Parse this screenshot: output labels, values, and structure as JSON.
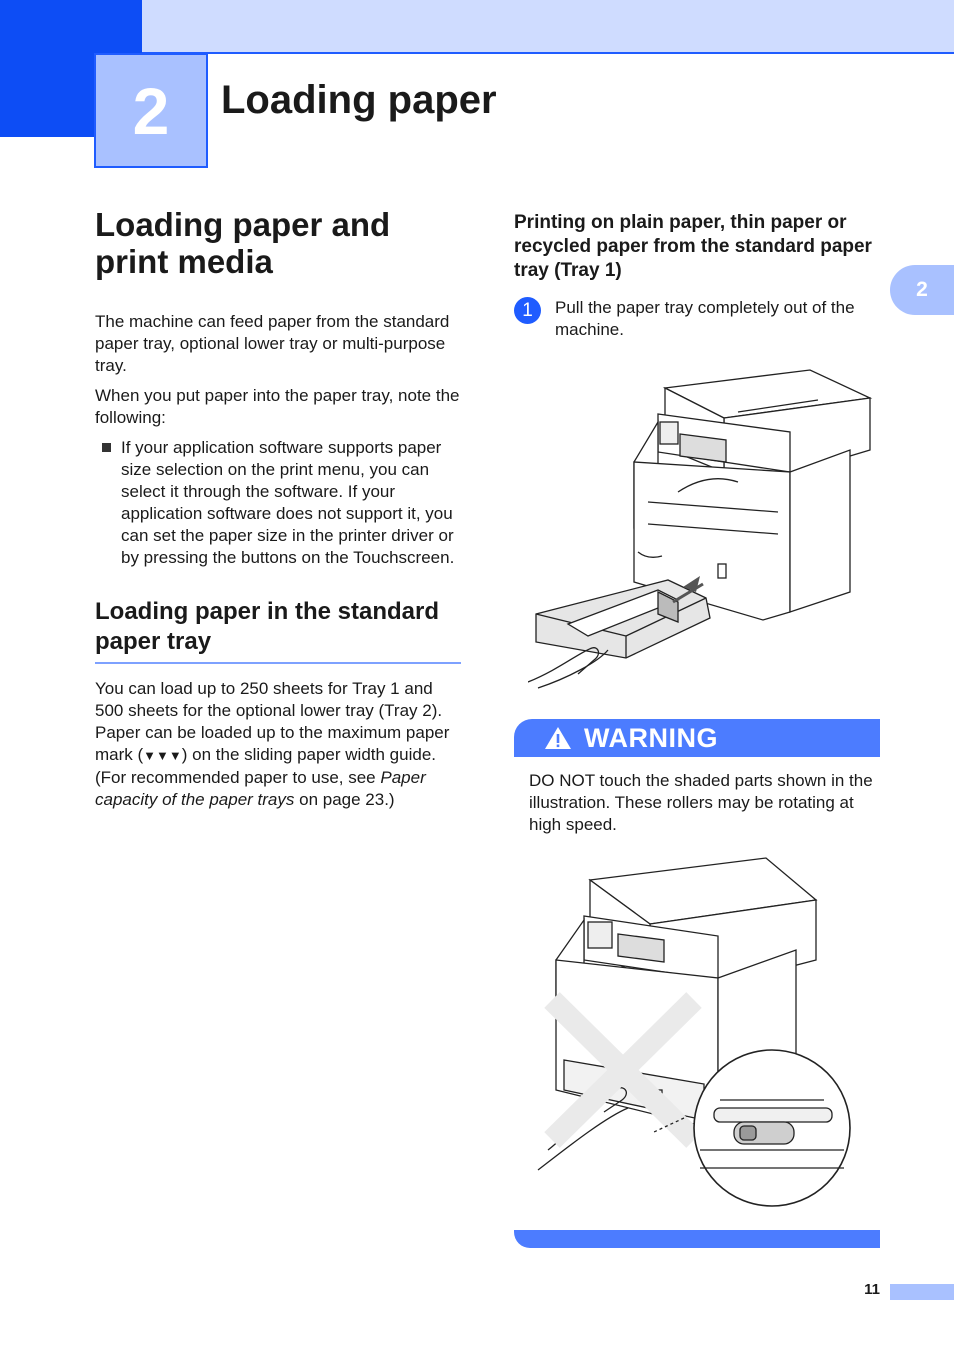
{
  "header": {
    "chapter_number": "2",
    "chapter_title": "Loading paper"
  },
  "side_tab": {
    "label": "2"
  },
  "left": {
    "section_title": "Loading paper and print media",
    "intro_1": "The machine can feed paper from the standard paper tray, optional lower tray or multi-purpose tray.",
    "intro_2": "When you put paper into the paper tray, note the following:",
    "bullet_1": "If your application software supports paper size selection on the print menu, you can select it through the software. If your application software does not support it, you can set the paper size in the printer driver or by pressing the buttons on the Touchscreen.",
    "subsection_title": "Loading paper in the standard paper tray",
    "body_part_1": "You can load up to 250 sheets for Tray 1 and 500 sheets for the optional lower tray (Tray 2). Paper can be loaded up to the maximum paper mark (",
    "max_mark_symbol": "▼▼▼",
    "body_part_2": ") on the sliding paper width guide. (For recommended paper to use, see ",
    "body_link": "Paper capacity of the paper trays",
    "body_part_3": " on page 23.)"
  },
  "right": {
    "procedure_title": "Printing on plain paper, thin paper or recycled paper from the standard paper tray (Tray 1)",
    "step_1_number": "1",
    "step_1_text": "Pull the paper tray completely out of the machine.",
    "warning_label": "WARNING",
    "warning_text": "DO NOT touch the shaded parts shown in the illustration. These rollers may be rotating at high speed."
  },
  "footer": {
    "page_number": "11"
  },
  "colors": {
    "accent_dark": "#0d4df5",
    "accent": "#1f5cff",
    "accent_light": "#a9c1ff",
    "band": "#cfdcff",
    "warning": "#4c7cff"
  }
}
